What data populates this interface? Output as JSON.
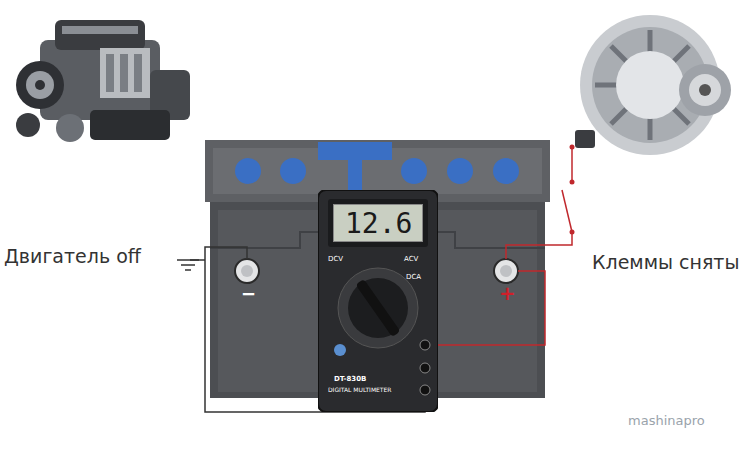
{
  "diagram": {
    "nodes": [
      {
        "text": [
          "DCV",
          "ACV",
          "DCA",
          "DT-830B",
          "DIGITAL MULTIMETER"
        ]
      },
      {
        "text": [
          "12.6"
        ],
        "in": 0
      }
    ],
    "labels": [
      "Двигатель off",
      "−",
      "+",
      "Клеммы сняты",
      "mashinapro"
    ]
  }
}
